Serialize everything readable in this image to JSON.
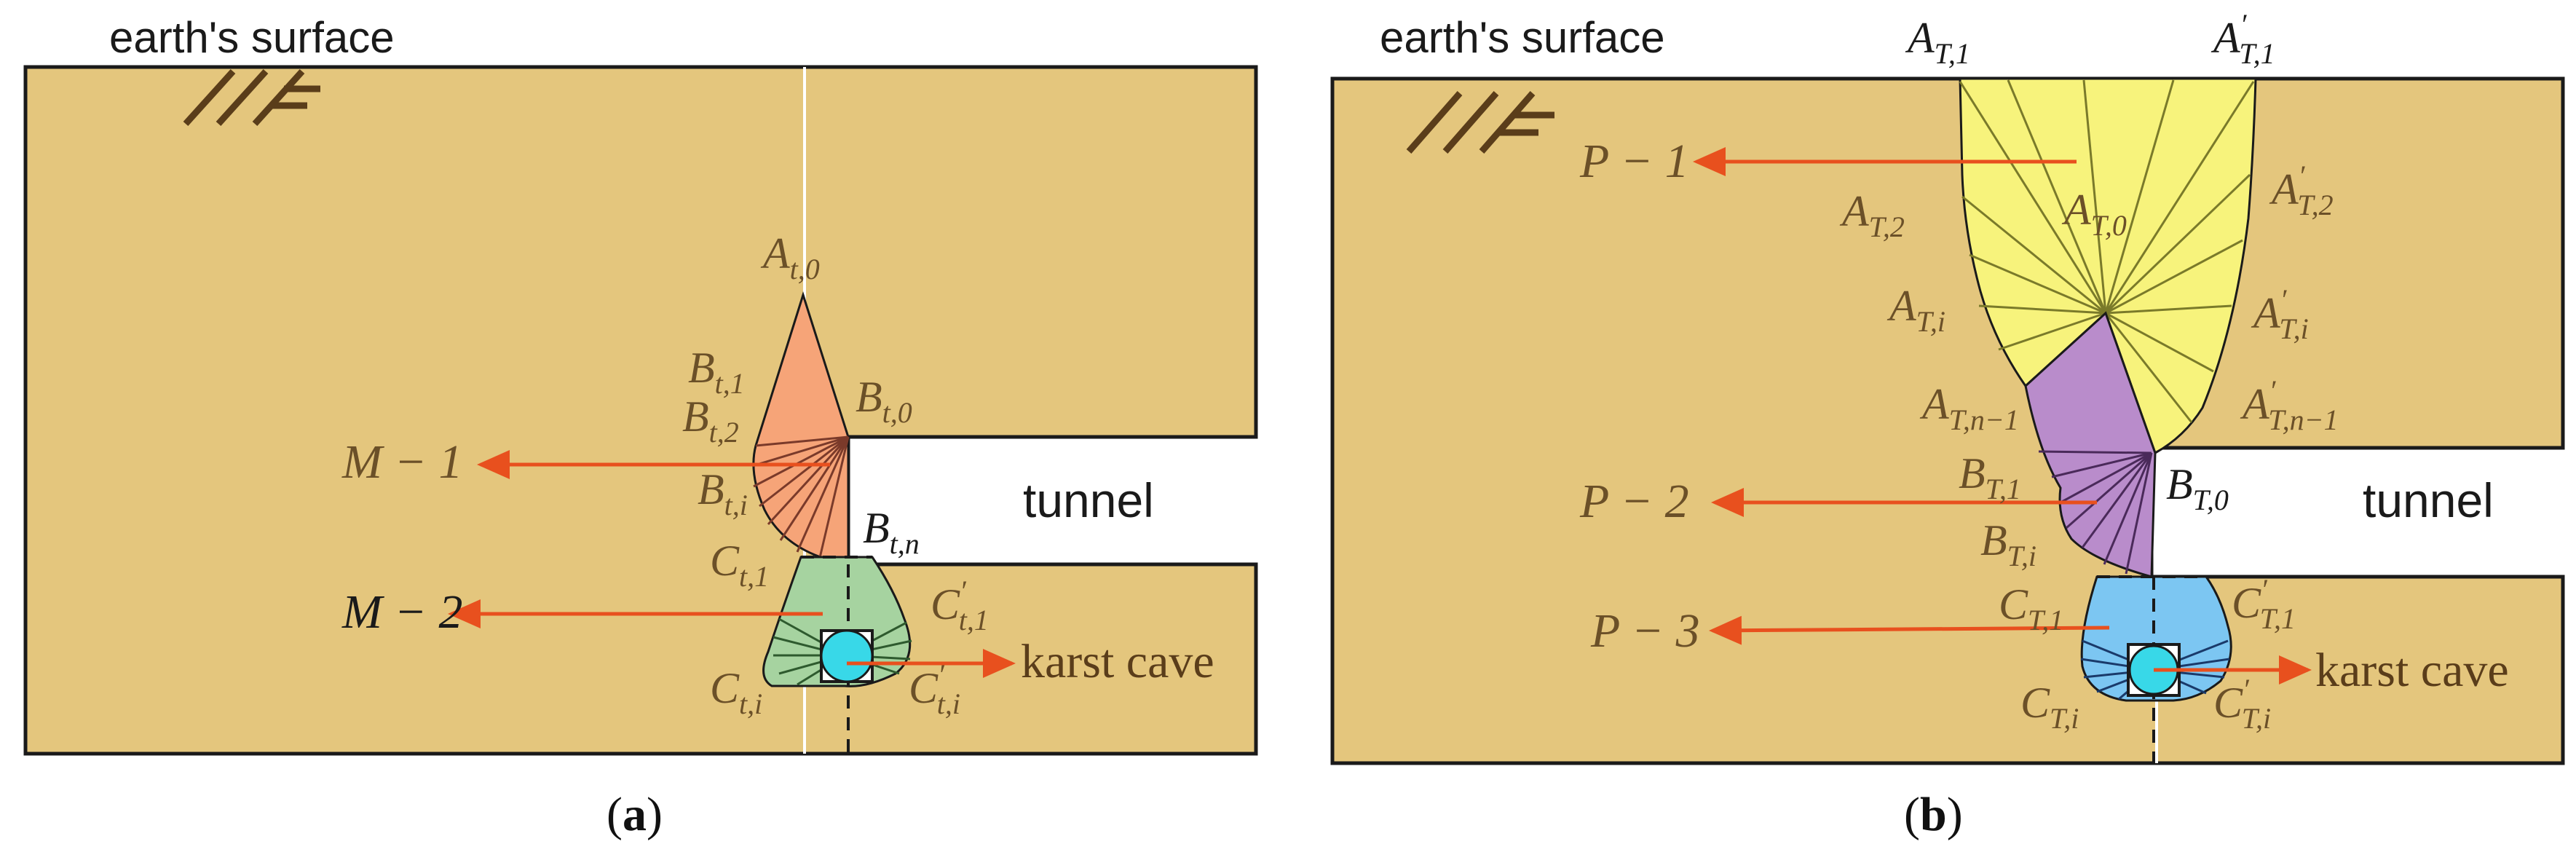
{
  "colors": {
    "soil": "#E4C67D",
    "soil_border": "#1a1a1a",
    "arrow": "#E8501E",
    "orange_zone": "#F6A478",
    "green_zone": "#A6D3A0",
    "yellow_zone": "#F7F37C",
    "purple_zone": "#B98CCB",
    "blue_zone": "#7CC6F2",
    "cave": "#38D8E8",
    "label_text": "#6b5028"
  },
  "panel_a": {
    "earth_surface": "earth's surface",
    "tunnel": "tunnel",
    "karst_cave": "karst cave",
    "caption_open": "(",
    "caption_letter": "a",
    "caption_close": ")",
    "M1": "M − 1",
    "M2": "M − 2",
    "points": {
      "A0": {
        "main": "A",
        "sub": "t,0",
        "prime": ""
      },
      "B1": {
        "main": "B",
        "sub": "t,1",
        "prime": ""
      },
      "B2": {
        "main": "B",
        "sub": "t,2",
        "prime": ""
      },
      "Bi": {
        "main": "B",
        "sub": "t,i",
        "prime": ""
      },
      "B0": {
        "main": "B",
        "sub": "t,0",
        "prime": ""
      },
      "Bn": {
        "main": "B",
        "sub": "t,n",
        "prime": ""
      },
      "C1": {
        "main": "C",
        "sub": "t,1",
        "prime": ""
      },
      "Ci": {
        "main": "C",
        "sub": "t,i",
        "prime": ""
      },
      "C1p": {
        "main": "C",
        "sub": "t,1",
        "prime": "′"
      },
      "Cip": {
        "main": "C",
        "sub": "t,i",
        "prime": "′"
      }
    }
  },
  "panel_b": {
    "earth_surface": "earth's surface",
    "tunnel": "tunnel",
    "karst_cave": "karst cave",
    "caption_open": "(",
    "caption_letter": "b",
    "caption_close": ")",
    "P1": "P − 1",
    "P2": "P − 2",
    "P3": "P − 3",
    "points": {
      "AT1": {
        "main": "A",
        "sub": "T,1",
        "prime": ""
      },
      "AT1p": {
        "main": "A",
        "sub": "T,1",
        "prime": "′"
      },
      "AT2": {
        "main": "A",
        "sub": "T,2",
        "prime": ""
      },
      "AT0": {
        "main": "A",
        "sub": "T,0",
        "prime": ""
      },
      "AT2p": {
        "main": "A",
        "sub": "T,2",
        "prime": "′"
      },
      "ATi": {
        "main": "A",
        "sub": "T,i",
        "prime": ""
      },
      "ATip": {
        "main": "A",
        "sub": "T,i",
        "prime": "′"
      },
      "ATn1": {
        "main": "A",
        "sub": "T,n−1",
        "prime": ""
      },
      "ATn1p": {
        "main": "A",
        "sub": "T,n−1",
        "prime": "′"
      },
      "BT1": {
        "main": "B",
        "sub": "T,1",
        "prime": ""
      },
      "BT0": {
        "main": "B",
        "sub": "T,0",
        "prime": ""
      },
      "BTi": {
        "main": "B",
        "sub": "T,i",
        "prime": ""
      },
      "CT1": {
        "main": "C",
        "sub": "T,1",
        "prime": ""
      },
      "CT1p": {
        "main": "C",
        "sub": "T,1",
        "prime": "′"
      },
      "CTi": {
        "main": "C",
        "sub": "T,i",
        "prime": ""
      },
      "CTip": {
        "main": "C",
        "sub": "T,i",
        "prime": "′"
      }
    }
  }
}
